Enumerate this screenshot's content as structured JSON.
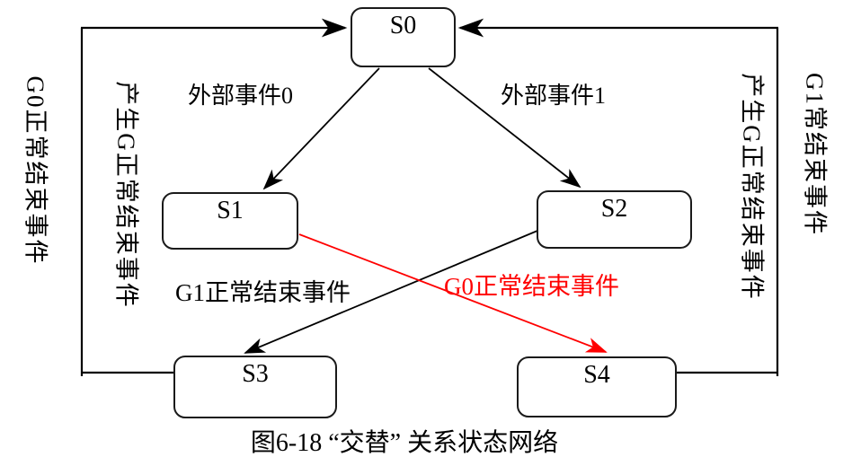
{
  "diagram": {
    "caption": "图6-18 “交替” 关系状态网络",
    "nodes": {
      "s0": "S0",
      "s1": "S1",
      "s2": "S2",
      "s3": "S3",
      "s4": "S4"
    },
    "edge_labels": {
      "external_event_0": "外部事件0",
      "external_event_1": "外部事件1",
      "g1_normal_end": "G1正常结束事件",
      "g0_normal_end": "G0正常结束事件"
    },
    "side_labels": {
      "outer_left": "G0正常结束事件",
      "inner_left": "产生G正常结束事件",
      "inner_right": "产生G正常结束事件",
      "outer_right": "G1常结束事件"
    },
    "edges": [
      {
        "from": "S0",
        "to": "S1",
        "label": "外部事件0",
        "color": "#000000"
      },
      {
        "from": "S0",
        "to": "S2",
        "label": "外部事件1",
        "color": "#000000"
      },
      {
        "from": "S2",
        "to": "S3",
        "label": "G1正常结束事件",
        "color": "#000000"
      },
      {
        "from": "S1",
        "to": "S4",
        "label": "G0正常结束事件",
        "color": "#ff0000"
      },
      {
        "from": "S3",
        "to": "S0",
        "label": "G0正常结束事件 / 产生G正常结束事件",
        "color": "#000000"
      },
      {
        "from": "S4",
        "to": "S0",
        "label": "G1常结束事件 / 产生G正常结束事件",
        "color": "#000000"
      }
    ],
    "colors": {
      "line_black": "#000000",
      "highlight_red": "#ff0000"
    }
  }
}
